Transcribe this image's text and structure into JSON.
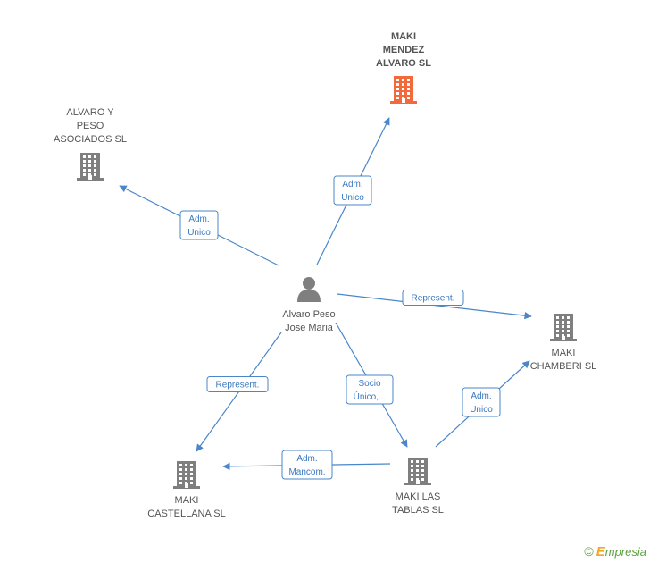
{
  "colors": {
    "company": "#7f7f7f",
    "company_highlight": "#f26a3b",
    "person": "#7f7f7f",
    "edge": "#4a86c8",
    "edge_text": "#3a78c0",
    "label": "#555555"
  },
  "nodes": [
    {
      "id": "maki-mendez",
      "type": "company",
      "highlight": true,
      "icon": "building-icon",
      "label": [
        "MAKI",
        "MENDEZ",
        "ALVARO SL"
      ]
    },
    {
      "id": "alvaro-y-peso",
      "type": "company",
      "highlight": false,
      "icon": "building-icon",
      "label": [
        "ALVARO Y",
        "PESO",
        "ASOCIADOS SL"
      ]
    },
    {
      "id": "alvaro-peso",
      "type": "person",
      "highlight": false,
      "icon": "person-icon",
      "label": [
        "Alvaro Peso",
        "Jose Maria"
      ]
    },
    {
      "id": "maki-chamberi",
      "type": "company",
      "highlight": false,
      "icon": "building-icon",
      "label": [
        "MAKI",
        "CHAMBERI  SL"
      ]
    },
    {
      "id": "maki-castellana",
      "type": "company",
      "highlight": false,
      "icon": "building-icon",
      "label": [
        "MAKI",
        "CASTELLANA SL"
      ]
    },
    {
      "id": "maki-las-tablas",
      "type": "company",
      "highlight": false,
      "icon": "building-icon",
      "label": [
        "MAKI LAS",
        "TABLAS SL"
      ]
    }
  ],
  "edges": [
    {
      "from": "alvaro-peso",
      "to": "maki-mendez",
      "label": [
        "Adm.",
        "Unico"
      ]
    },
    {
      "from": "alvaro-peso",
      "to": "alvaro-y-peso",
      "label": [
        "Adm.",
        "Unico"
      ]
    },
    {
      "from": "alvaro-peso",
      "to": "maki-chamberi",
      "label": [
        "Represent."
      ]
    },
    {
      "from": "alvaro-peso",
      "to": "maki-castellana",
      "label": [
        "Represent."
      ]
    },
    {
      "from": "alvaro-peso",
      "to": "maki-las-tablas",
      "label": [
        "Socio",
        "Único,..."
      ]
    },
    {
      "from": "maki-las-tablas",
      "to": "maki-chamberi",
      "label": [
        "Adm.",
        "Unico"
      ]
    },
    {
      "from": "maki-las-tablas",
      "to": "maki-castellana",
      "label": [
        "Adm.",
        "Mancom."
      ]
    }
  ],
  "footer": {
    "copyright": "©",
    "brand_first": "E",
    "brand_rest": "mpresia"
  }
}
